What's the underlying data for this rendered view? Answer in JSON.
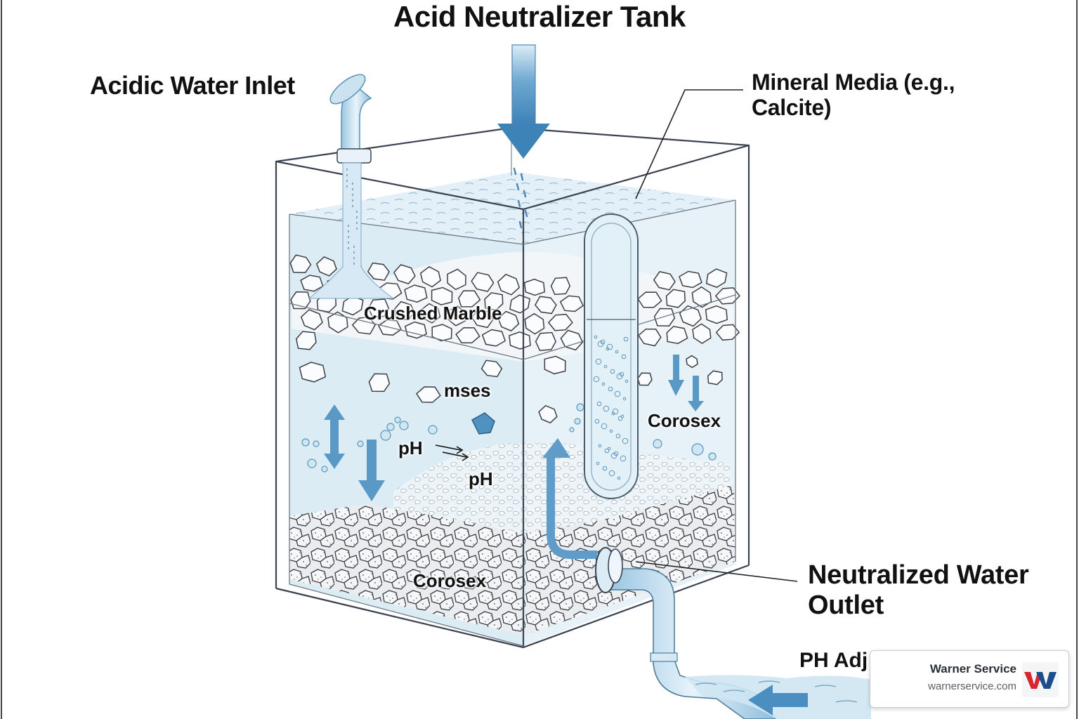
{
  "title": "Acid Neutralizer Tank",
  "labels": {
    "inlet": "Acidic Water Inlet",
    "media_line1": "Mineral Media (e.g.,",
    "media_line2": "Calcite)",
    "outlet_line1": "Neutralized Water",
    "outlet_line2": "Outlet",
    "ph_adjust_partial": "PH Adj",
    "crushed_marble": "Crushed Marble",
    "mses": "mses",
    "ph_1": "pH",
    "ph_2": "pH",
    "corosex_right": "Corosex",
    "corosex_bottom": "Corosex"
  },
  "badge": {
    "name": "Warner Service",
    "url": "warnerservice.com",
    "logo_text": "W"
  },
  "colors": {
    "water": "#cfe6f3",
    "arrow": "#4a8fc0",
    "pipe": "#bcdcef",
    "tank_edge": "#3a4250",
    "logo_red": "#d8262f",
    "logo_blue": "#1b4f8c"
  }
}
